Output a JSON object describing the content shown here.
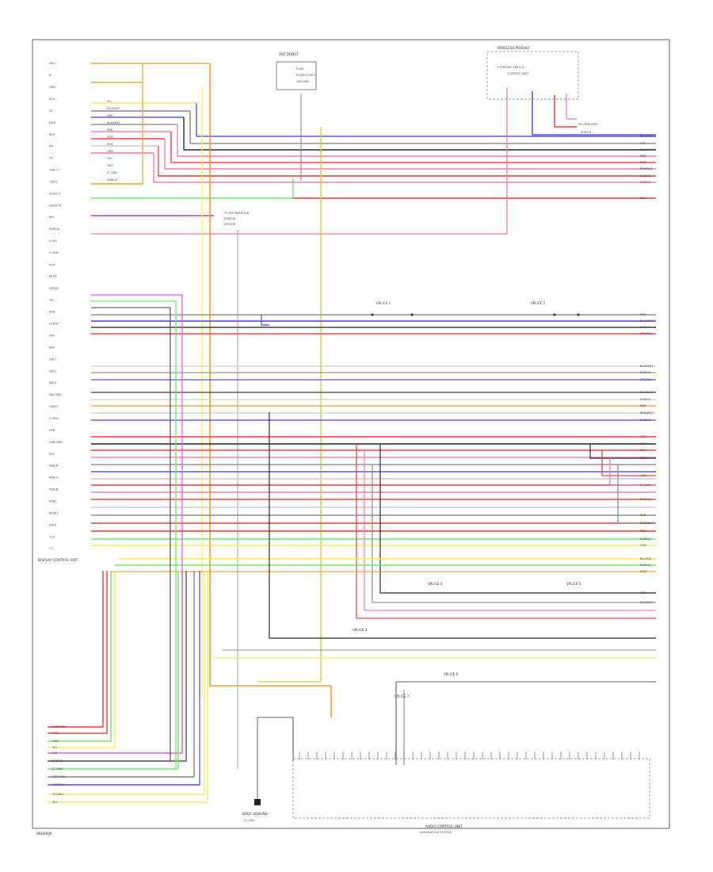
{
  "figure_code": "WHAW06",
  "left_module": {
    "name": "DISPLAY CONTROL UNIT",
    "pin_labels": [
      "ANT",
      "B",
      "GND",
      "ACC",
      "ILL",
      "DISP",
      "REV",
      "RX",
      "TX",
      "CAN-H",
      "CAN-L",
      "AUDIO L",
      "AUDIO R",
      "MIC",
      "SHIELD",
      "V SIG",
      "S GND",
      "AUX",
      "MUTE",
      "SPEED",
      "TEL",
      "PKB",
      "STEER",
      "IGN",
      "BAT",
      "SW 1",
      "SW 2",
      "SW 3",
      "SW GND",
      "VIDEO",
      "V GND",
      "USB",
      "USB GND",
      "SIG",
      "RGB R",
      "RGB G",
      "RGB B",
      "SYNC",
      "RESET",
      "DATA",
      "CLK",
      "CS"
    ]
  },
  "top_center_block": {
    "title": "ANT BOOST",
    "lines": [
      "FUSE",
      "POWER FEED",
      "GROUND"
    ]
  },
  "top_right_block": {
    "title": "WIRELESS MODULE",
    "lines": [
      "STEERING SWITCH",
      "CONTROL UNIT"
    ],
    "note": "SHIELD"
  },
  "wires": [
    {
      "code": "GRN",
      "color": "#f2a23c"
    },
    {
      "code": "YEL",
      "color": "#f2ee5a"
    },
    {
      "code": "BLU/WHT",
      "color": "#4a4ae8"
    },
    {
      "code": "GRY",
      "color": "#8c8c8c"
    },
    {
      "code": "BLK/WHT",
      "color": "#2b2b2b"
    },
    {
      "code": "PNK",
      "color": "#f47aa0"
    },
    {
      "code": "WHT",
      "color": "#cccccc"
    },
    {
      "code": "RED",
      "color": "#f23b3b"
    },
    {
      "code": "LT GRN",
      "color": "#6ee86e"
    },
    {
      "code": "ORG",
      "color": "#f59a2b"
    },
    {
      "code": "VIO",
      "color": "#e85ee8"
    },
    {
      "code": "SHIELD",
      "color": "#555555"
    }
  ],
  "right_labels": [
    "BLU/WHT",
    "GRY",
    "BLK/WHT",
    "PNK",
    "RED",
    "PNK/BLU",
    "SHIELD",
    "SHIELD",
    "BLU",
    "PNK",
    "BLU/WHT",
    "SHIELD",
    "GRY/BLK",
    "BLK/WHT",
    "SHIELD",
    "GRY/BLU",
    "BLU/WHT",
    "SHIELD",
    "PNK",
    "RED/WHT",
    "SHIELD",
    "GRN",
    "WHT",
    "RED",
    "YEL",
    "GRN",
    "LT GRN",
    "SHIELD",
    "RED",
    "RED/WHT",
    "PNK",
    "SHIELD",
    "GRN",
    "BLU/YEL",
    "SHIELD",
    "WHT",
    "GRY",
    "BLU/WHT"
  ],
  "splices": [
    "SPLICE 1",
    "SPLICE 2",
    "SPLICE 3",
    "SPLICE 4",
    "SPLICE 5",
    "SPLICE 6",
    "SPLICE 7"
  ],
  "bottom_left_labels": [
    "RED/GRN",
    "RED",
    "GRN",
    "YEL",
    "VIO",
    "SHIELD",
    "LT GRN",
    "GRY/GRN",
    "GRY/BLU",
    "YEL/BLU",
    "YEL"
  ],
  "bottom_center": {
    "title": "BODY GROUND",
    "sub": "(G 403)"
  },
  "bottom_module": {
    "title": "AUDIO CONTROL UNIT",
    "sub": "(NAVIGATION SYSTEM)"
  },
  "antenna_note": {
    "lines": [
      "TO INFORMATION",
      "DISPLAY",
      "SYSTEM"
    ]
  },
  "amp_note": {
    "lines": [
      "TO AMPLIFIER"
    ]
  }
}
